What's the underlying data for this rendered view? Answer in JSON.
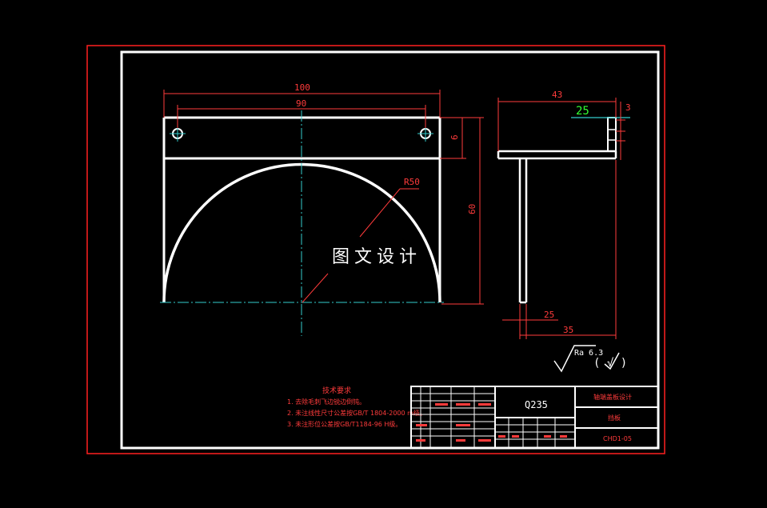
{
  "dimensions": {
    "overall_width": "100",
    "hole_spacing": "90",
    "top_band": "6",
    "overall_height": "60",
    "arc_radius": "R50",
    "side_top_width": "43",
    "side_top_thickness": "25",
    "side_small": "3",
    "side_leg_inner": "25",
    "side_leg_outer": "35"
  },
  "watermark": "图文设计",
  "roughness": {
    "value": "Ra 6.3",
    "suffix": "( √ )"
  },
  "notes": {
    "title": "技术要求",
    "items": [
      "1. 去除毛刺飞边锐边倒钝。",
      "2. 未注线性尺寸公差按GB/T 1804-2000 m级。",
      "3. 未注形位公差按GB/T1184-96 H级。"
    ]
  },
  "title_block": {
    "material": "Q235",
    "project": "轴端盖板设计",
    "part_name": "挡板",
    "drawing_no": "CHD1-05"
  }
}
